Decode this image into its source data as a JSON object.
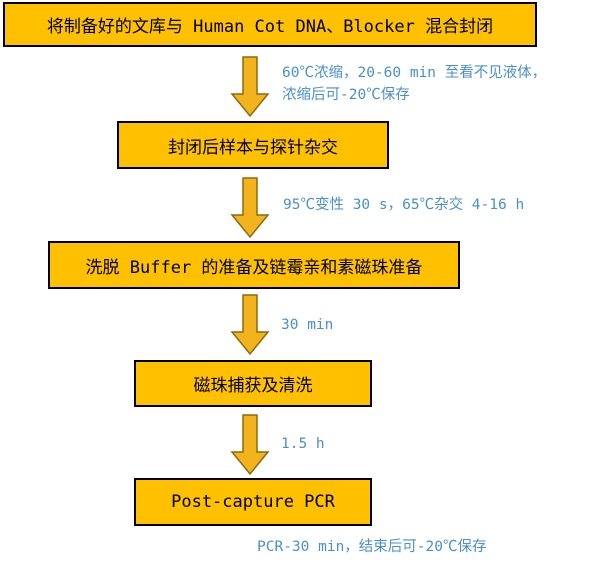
{
  "steps": [
    "将制备好的文库与 Human Cot DNA、Blocker 混合封闭",
    "封闭后样本与探针杂交",
    "洗脱 Buffer 的准备及链霉亲和素磁珠准备",
    "磁珠捕获及清洗",
    "Post-capture PCR"
  ],
  "notes": [
    [
      "60℃浓缩，20-60 min 至看不见液体，",
      "浓缩后可-20℃保存"
    ],
    [
      "95℃变性 30 s，65℃杂交 4-16 h"
    ],
    [
      "30 min"
    ],
    [
      "1.5 h"
    ],
    [
      "PCR-30 min，结束后可-20℃保存"
    ]
  ],
  "colors": {
    "box_fill": "#FFC000",
    "box_border": "#000000",
    "arrow_fill": "#F2B31D",
    "arrow_stroke": "#8C6A0E",
    "note_text": "#4A90C8"
  }
}
